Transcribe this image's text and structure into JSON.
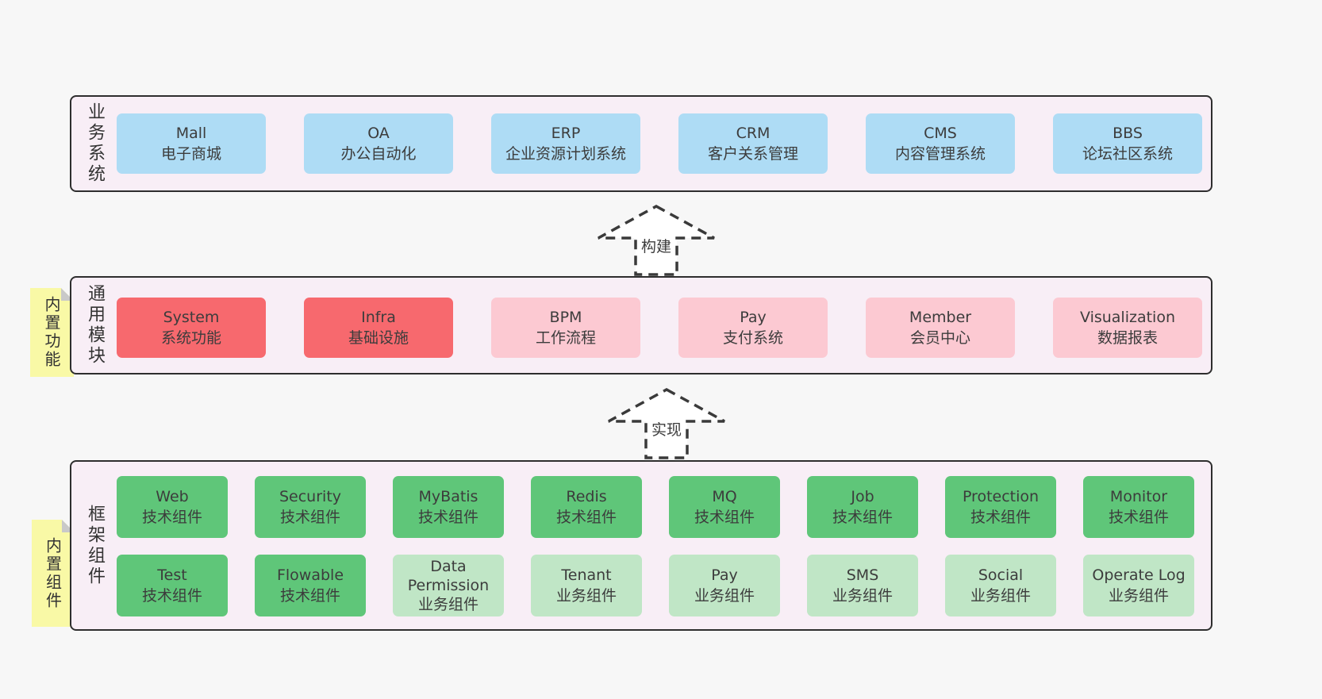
{
  "palette": {
    "page_background": "#f7f7f7",
    "container_background": "#f8eef6",
    "container_border": "#2e2e2e",
    "blue_box": "#aedcf5",
    "red_box": "#f7696e",
    "pink_box": "#fcc9d2",
    "green_box": "#5fc679",
    "light_green_box": "#c0e6c6",
    "note_yellow": "#f9f9a6",
    "note_fold_gray": "#c9c9c9",
    "text": "#3c3c3c"
  },
  "layers": {
    "business": {
      "label": "业务系统",
      "boxes": [
        {
          "title": "Mall",
          "subtitle": "电子商城"
        },
        {
          "title": "OA",
          "subtitle": "办公自动化"
        },
        {
          "title": "ERP",
          "subtitle": "企业资源计划系统"
        },
        {
          "title": "CRM",
          "subtitle": "客户关系管理"
        },
        {
          "title": "CMS",
          "subtitle": "内容管理系统"
        },
        {
          "title": "BBS",
          "subtitle": "论坛社区系统"
        }
      ]
    },
    "modules": {
      "label": "通用模块",
      "note": "内置功能",
      "boxes": [
        {
          "title": "System",
          "subtitle": "系统功能",
          "variant": "red"
        },
        {
          "title": "Infra",
          "subtitle": "基础设施",
          "variant": "red"
        },
        {
          "title": "BPM",
          "subtitle": "工作流程",
          "variant": "pink"
        },
        {
          "title": "Pay",
          "subtitle": "支付系统",
          "variant": "pink"
        },
        {
          "title": "Member",
          "subtitle": "会员中心",
          "variant": "pink"
        },
        {
          "title": "Visualization",
          "subtitle": "数据报表",
          "variant": "pink"
        }
      ]
    },
    "components": {
      "label": "框架组件",
      "note": "内置组件",
      "row1": [
        {
          "title": "Web",
          "subtitle": "技术组件"
        },
        {
          "title": "Security",
          "subtitle": "技术组件"
        },
        {
          "title": "MyBatis",
          "subtitle": "技术组件"
        },
        {
          "title": "Redis",
          "subtitle": "技术组件"
        },
        {
          "title": "MQ",
          "subtitle": "技术组件"
        },
        {
          "title": "Job",
          "subtitle": "技术组件"
        },
        {
          "title": "Protection",
          "subtitle": "技术组件"
        },
        {
          "title": "Monitor",
          "subtitle": "技术组件"
        }
      ],
      "row2": [
        {
          "title": "Test",
          "subtitle": "技术组件",
          "variant": "green"
        },
        {
          "title": "Flowable",
          "subtitle": "技术组件",
          "variant": "green"
        },
        {
          "title": "Data Permission",
          "subtitle": "业务组件",
          "variant": "light_green"
        },
        {
          "title": "Tenant",
          "subtitle": "业务组件",
          "variant": "light_green"
        },
        {
          "title": "Pay",
          "subtitle": "业务组件",
          "variant": "light_green"
        },
        {
          "title": "SMS",
          "subtitle": "业务组件",
          "variant": "light_green"
        },
        {
          "title": "Social",
          "subtitle": "业务组件",
          "variant": "light_green"
        },
        {
          "title": "Operate Log",
          "subtitle": "业务组件",
          "variant": "light_green"
        }
      ]
    }
  },
  "arrows": [
    {
      "label": "构建"
    },
    {
      "label": "实现"
    }
  ]
}
